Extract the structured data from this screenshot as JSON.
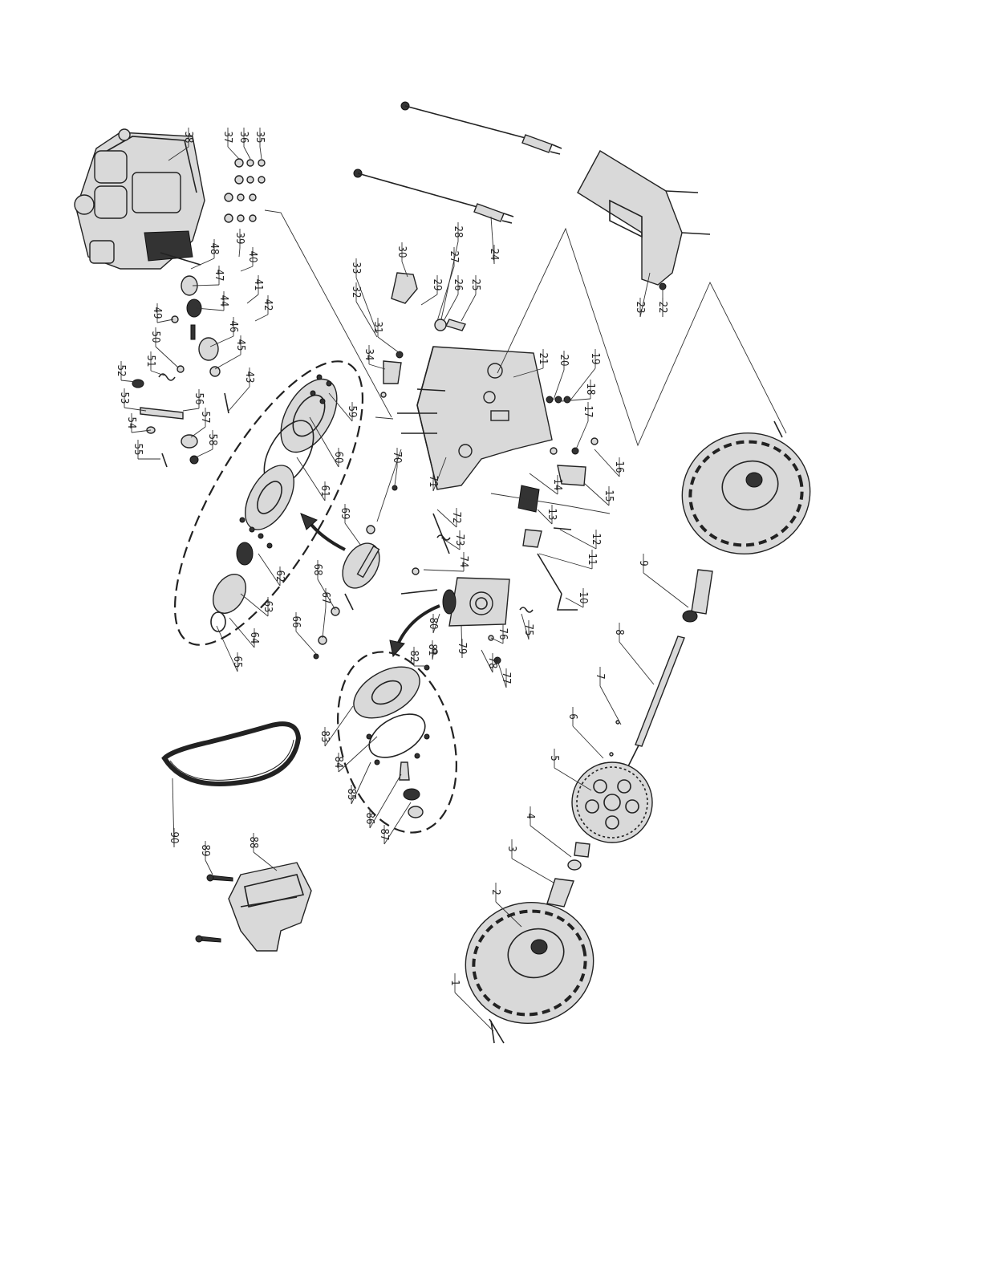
{
  "callouts": [
    {
      "n": "1"
    },
    {
      "n": "2"
    },
    {
      "n": "3"
    },
    {
      "n": "4"
    },
    {
      "n": "5"
    },
    {
      "n": "6"
    },
    {
      "n": "7"
    },
    {
      "n": "8"
    },
    {
      "n": "9"
    },
    {
      "n": "10"
    },
    {
      "n": "11"
    },
    {
      "n": "12"
    },
    {
      "n": "13"
    },
    {
      "n": "14"
    },
    {
      "n": "15"
    },
    {
      "n": "16"
    },
    {
      "n": "17"
    },
    {
      "n": "18"
    },
    {
      "n": "19"
    },
    {
      "n": "20"
    },
    {
      "n": "21"
    },
    {
      "n": "22"
    },
    {
      "n": "23"
    },
    {
      "n": "24"
    },
    {
      "n": "25"
    },
    {
      "n": "26"
    },
    {
      "n": "27"
    },
    {
      "n": "28"
    },
    {
      "n": "29"
    },
    {
      "n": "30"
    },
    {
      "n": "31"
    },
    {
      "n": "32"
    },
    {
      "n": "33"
    },
    {
      "n": "34"
    },
    {
      "n": "35"
    },
    {
      "n": "36"
    },
    {
      "n": "37"
    },
    {
      "n": "38"
    },
    {
      "n": "39"
    },
    {
      "n": "40"
    },
    {
      "n": "41"
    },
    {
      "n": "42"
    },
    {
      "n": "43"
    },
    {
      "n": "44"
    },
    {
      "n": "45"
    },
    {
      "n": "46"
    },
    {
      "n": "47"
    },
    {
      "n": "48"
    },
    {
      "n": "49"
    },
    {
      "n": "50"
    },
    {
      "n": "51"
    },
    {
      "n": "52"
    },
    {
      "n": "53"
    },
    {
      "n": "54"
    },
    {
      "n": "55"
    },
    {
      "n": "56"
    },
    {
      "n": "57"
    },
    {
      "n": "58"
    },
    {
      "n": "59"
    },
    {
      "n": "60"
    },
    {
      "n": "61"
    },
    {
      "n": "62"
    },
    {
      "n": "63"
    },
    {
      "n": "64"
    },
    {
      "n": "65"
    },
    {
      "n": "66"
    },
    {
      "n": "67"
    },
    {
      "n": "68"
    },
    {
      "n": "69"
    },
    {
      "n": "70"
    },
    {
      "n": "71"
    },
    {
      "n": "72"
    },
    {
      "n": "73"
    },
    {
      "n": "74"
    },
    {
      "n": "75"
    },
    {
      "n": "76"
    },
    {
      "n": "77"
    },
    {
      "n": "78"
    },
    {
      "n": "79"
    },
    {
      "n": "80"
    },
    {
      "n": "81"
    },
    {
      "n": "82"
    },
    {
      "n": "83"
    },
    {
      "n": "84"
    },
    {
      "n": "85"
    },
    {
      "n": "86"
    },
    {
      "n": "87"
    },
    {
      "n": "88"
    },
    {
      "n": "89"
    },
    {
      "n": "90"
    }
  ],
  "parts": {
    "engine": "engine-illustration",
    "wheels": [
      "tire-wheel-left",
      "tire-wheel-right"
    ],
    "axle": "axle-shaft",
    "gear": "spur-gear",
    "belt": "drive-belt",
    "belt_cover": "belt-cover",
    "frame": "gear-housing-frame",
    "shield": "bottom-shield-plate",
    "cables": [
      "control-cable-upper",
      "control-cable-lower"
    ],
    "exploded_groups": [
      "transmission-exploded-group",
      "pulley-exploded-group"
    ]
  }
}
